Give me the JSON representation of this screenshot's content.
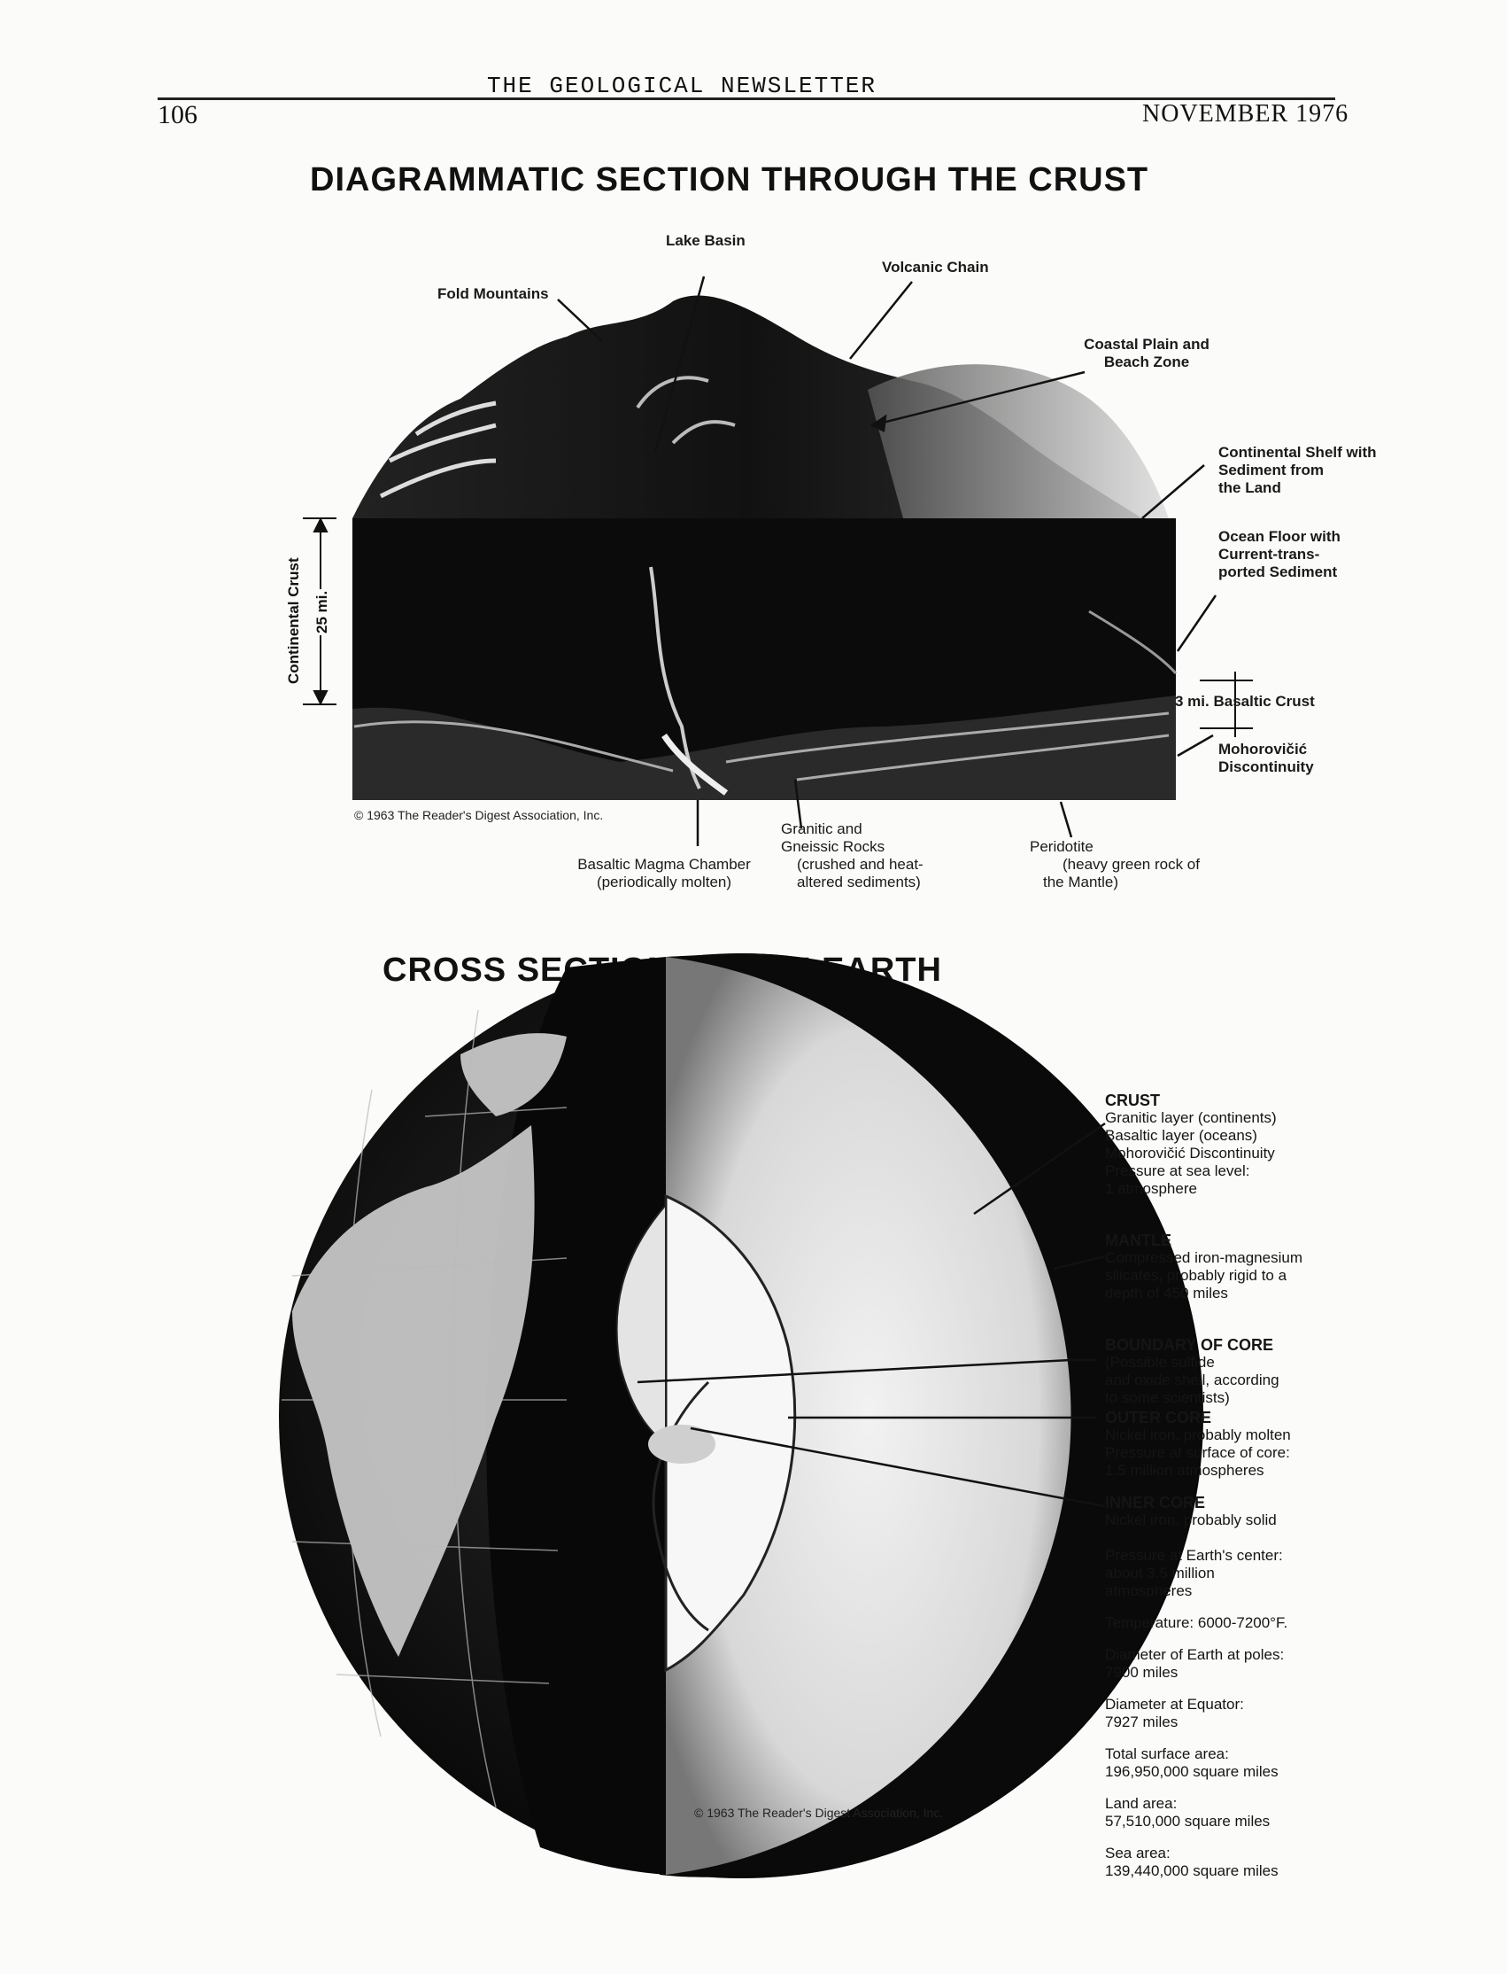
{
  "header": {
    "publication": "THE GEOLOGICAL NEWSLETTER",
    "page": "106",
    "date": "NOVEMBER 1976"
  },
  "crust_section": {
    "title": "DIAGRAMMATIC SECTION THROUGH THE CRUST",
    "labels": {
      "lake_basin": "Lake Basin",
      "volcanic_chain": "Volcanic Chain",
      "fold_mountains": "Fold Mountains",
      "coastal_plain_1": "Coastal Plain and",
      "coastal_plain_2": "Beach Zone",
      "shelf_1": "Continental Shelf with",
      "shelf_2": "Sediment from",
      "shelf_3": "the Land",
      "ocean_1": "Ocean Floor with",
      "ocean_2": "Current-trans-",
      "ocean_3": "ported Sediment",
      "basaltic_crust": "3 mi. Basaltic Crust",
      "moho_1": "Mohorovičić",
      "moho_2": "Discontinuity",
      "continental_crust": "Continental Crust",
      "crust_depth": "25 mi.",
      "copyright": "© 1963 The Reader's Digest Association, Inc.",
      "magma_1": "Basaltic Magma Chamber",
      "magma_2": "(periodically molten)",
      "granitic_1": "Granitic and",
      "granitic_2": "Gneissic Rocks",
      "granitic_3": "(crushed and heat-",
      "granitic_4": "altered sediments)",
      "peridotite_1": "Peridotite",
      "peridotite_2": "(heavy green rock of",
      "peridotite_3": "the Mantle)"
    }
  },
  "earth_section": {
    "title": "CROSS SECTION OF THE EARTH",
    "copyright": "© 1963 The Reader's Digest Association, Inc.",
    "crust": {
      "heading": "CRUST",
      "l1": "Granitic layer (continents)",
      "l2": "Basaltic layer (oceans)",
      "l3": "Mohorovičić Discontinuity",
      "l4": "Pressure at sea level:",
      "l5": "1 atmosphere"
    },
    "mantle": {
      "heading": "MANTLE",
      "l1": "Compressed iron-magnesium",
      "l2": "silicates, probably rigid to a",
      "l3": "depth of 450 miles"
    },
    "boundary": {
      "heading": "BOUNDARY OF CORE",
      "l1": "(Possible sulfide",
      "l2": "and oxide shell, according",
      "l3": "to some scientists)"
    },
    "outer_core": {
      "heading": "OUTER CORE",
      "l1": "Nickel iron, probably molten",
      "l2": "Pressure at surface of core:",
      "l3": "1.5 million atmospheres"
    },
    "inner_core": {
      "heading": "INNER CORE",
      "l1": "Nickel iron, probably solid"
    },
    "facts": {
      "center_1": "Pressure at Earth's center:",
      "center_2": "about 3.5 million",
      "center_3": "atmospheres",
      "temp": "Temperature: 6000-7200°F.",
      "poles_1": "Diameter of Earth at poles:",
      "poles_2": "7900 miles",
      "equator_1": "Diameter at Equator:",
      "equator_2": "7927 miles",
      "surface_1": "Total surface area:",
      "surface_2": "196,950,000 square miles",
      "land_1": "Land area:",
      "land_2": "57,510,000 square miles",
      "sea_1": "Sea area:",
      "sea_2": "139,440,000 square miles"
    }
  }
}
